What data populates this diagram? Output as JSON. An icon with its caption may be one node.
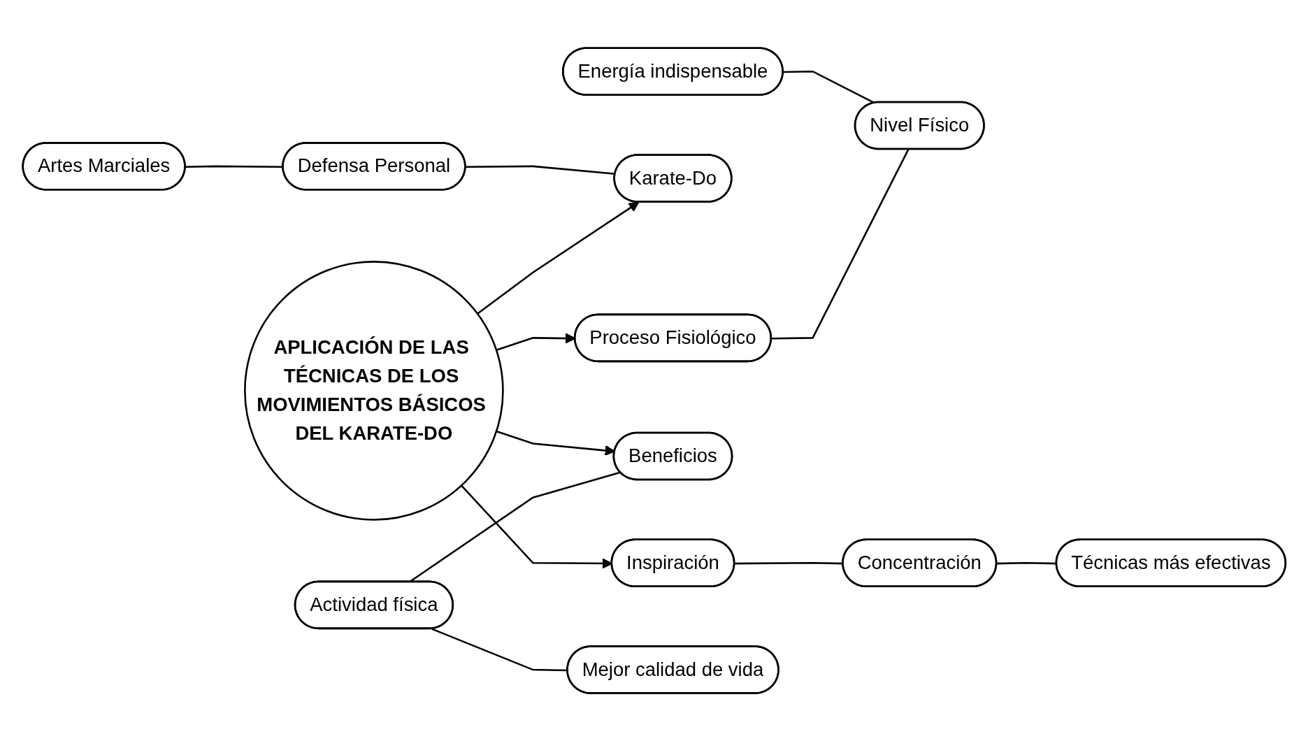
{
  "diagram": {
    "nodes": [
      {
        "text": [
          "Artes Marciales"
        ]
      },
      {
        "text": [
          "Energía indispensable"
        ]
      },
      {
        "text": [
          "Defensa Personal"
        ]
      },
      {
        "text": [
          "Karate-Do"
        ]
      },
      {
        "text": [
          "Proceso Fisiológico"
        ]
      },
      {
        "text": [
          "Nivel Físico"
        ]
      },
      {
        "text": [
          "APLICACIÓN DE LAS TÉCNICAS DE LOS MOVIMIENTOS BÁSICOS DEL KARATE-DO"
        ]
      },
      {
        "text": [
          "Actividad física"
        ]
      },
      {
        "text": [
          "Beneficios"
        ]
      },
      {
        "text": [
          "Concentración"
        ]
      },
      {
        "text": [
          "Inspiración"
        ]
      },
      {
        "text": [
          "Mejor calidad de vida"
        ]
      },
      {
        "text": [
          "Técnicas más efectivas"
        ]
      }
    ],
    "edges": [
      {
        "from": 0,
        "to": 2,
        "arrow": "none"
      },
      {
        "from": 2,
        "to": 3,
        "arrow": "none"
      },
      {
        "from": 6,
        "to": 3,
        "arrow": "to"
      },
      {
        "from": 6,
        "to": 4,
        "arrow": "to"
      },
      {
        "from": 1,
        "to": 5,
        "arrow": "none"
      },
      {
        "from": 4,
        "to": 5,
        "arrow": "none"
      },
      {
        "from": 6,
        "to": 8,
        "arrow": "to"
      },
      {
        "from": 6,
        "to": 10,
        "arrow": "to"
      },
      {
        "from": 7,
        "to": 8,
        "arrow": "none"
      },
      {
        "from": 7,
        "to": 11,
        "arrow": "none"
      },
      {
        "from": 10,
        "to": 9,
        "arrow": "none"
      },
      {
        "from": 9,
        "to": 12,
        "arrow": "none"
      }
    ]
  }
}
